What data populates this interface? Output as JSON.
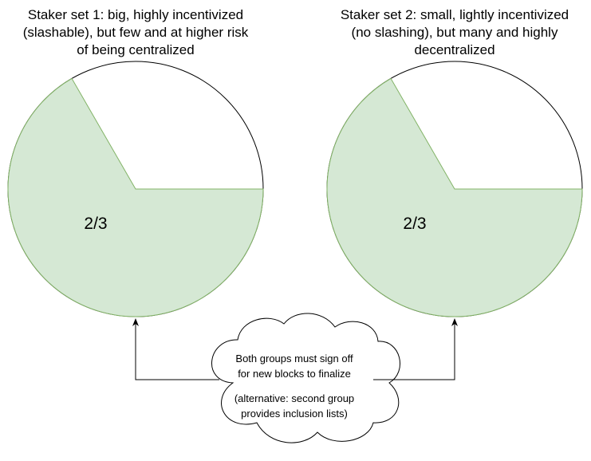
{
  "left_title": [
    "Staker set 1: big, highly incentivized",
    "(slashable), but few and at higher risk",
    "of being centralized"
  ],
  "right_title": [
    "Staker set 2: small, lightly incentivized",
    "(no slashing), but many and highly",
    "decentralized"
  ],
  "left_pie": {
    "label": "2/3",
    "fraction": 0.6667,
    "fill": "#d5e8d4",
    "stroke": "#82b366"
  },
  "right_pie": {
    "label": "2/3",
    "fraction": 0.6667,
    "fill": "#d5e8d4",
    "stroke": "#82b366"
  },
  "cloud": {
    "line1": "Both groups must sign off",
    "line2": "for new blocks to finalize",
    "line3": "(alternative: second group",
    "line4": "provides inclusion lists)"
  }
}
